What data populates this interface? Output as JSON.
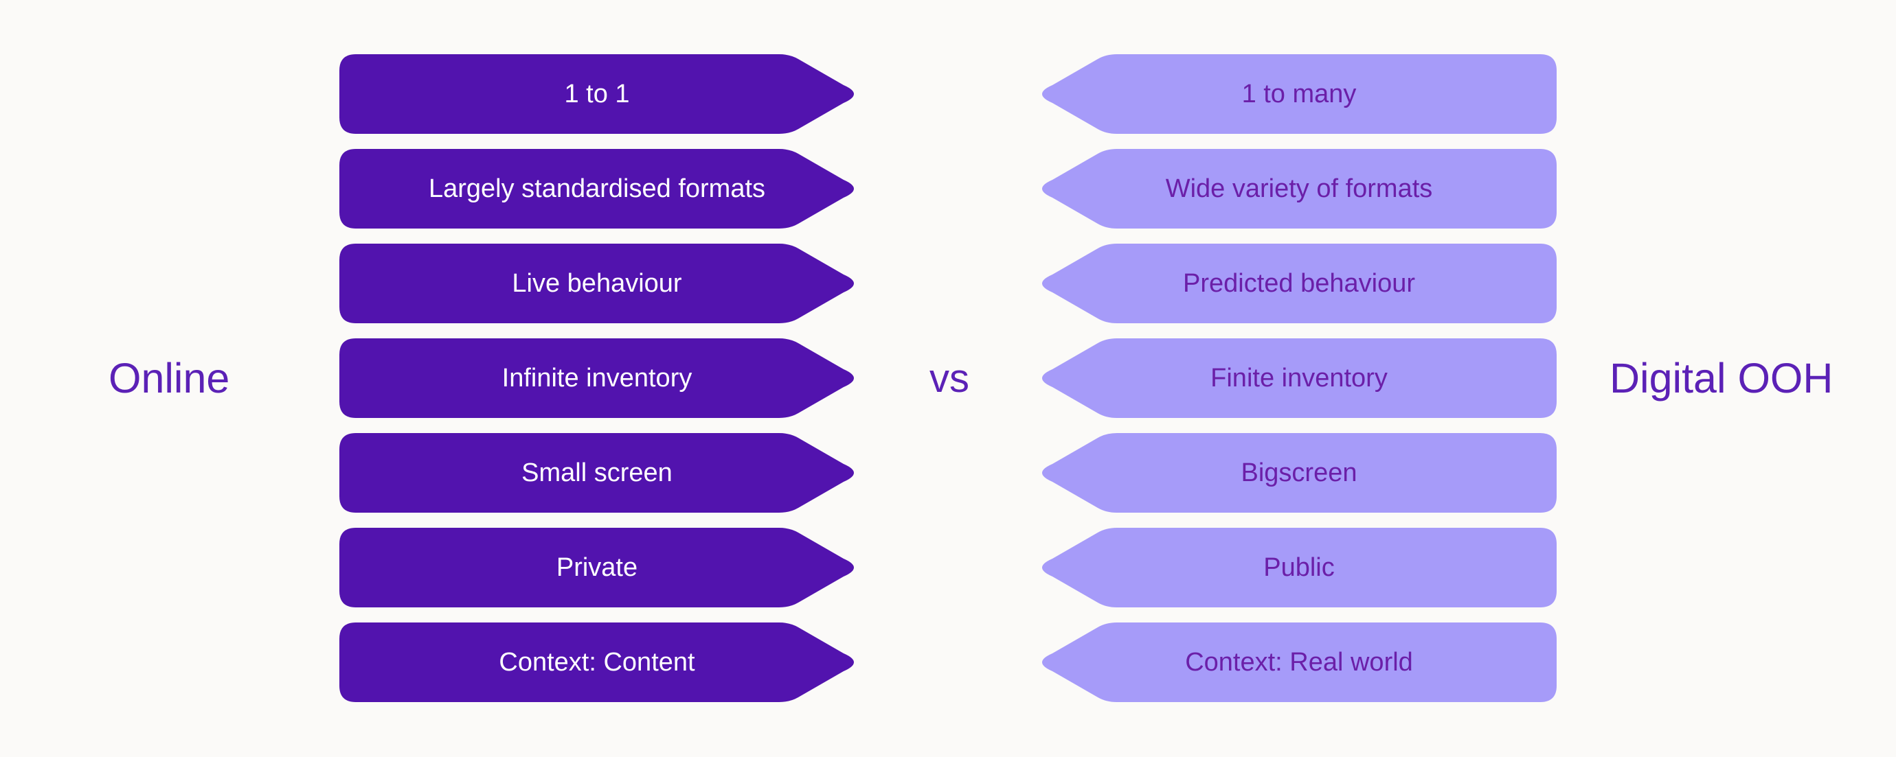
{
  "title": "Online vs Digital OOH comparison",
  "labels": {
    "left": "Online",
    "vs": "vs",
    "right": "Digital OOH"
  },
  "rows": [
    {
      "online": "1 to 1",
      "dooh": "1 to many"
    },
    {
      "online": "Largely standardised formats",
      "dooh": "Wide variety of formats"
    },
    {
      "online": "Live behaviour",
      "dooh": "Predicted behaviour"
    },
    {
      "online": "Infinite inventory",
      "dooh": "Finite inventory"
    },
    {
      "online": "Small screen",
      "dooh": "Bigscreen"
    },
    {
      "online": "Private",
      "dooh": "Public"
    },
    {
      "online": "Context: Content",
      "dooh": "Context: Real world"
    }
  ],
  "colors": {
    "bg": "#FBFAF8",
    "online_banner": "#5213AE",
    "dooh_banner": "#A69BF9",
    "heading": "#5B21B6",
    "online_text": "#FFFFFF",
    "dooh_text": "#6B1FA8"
  }
}
